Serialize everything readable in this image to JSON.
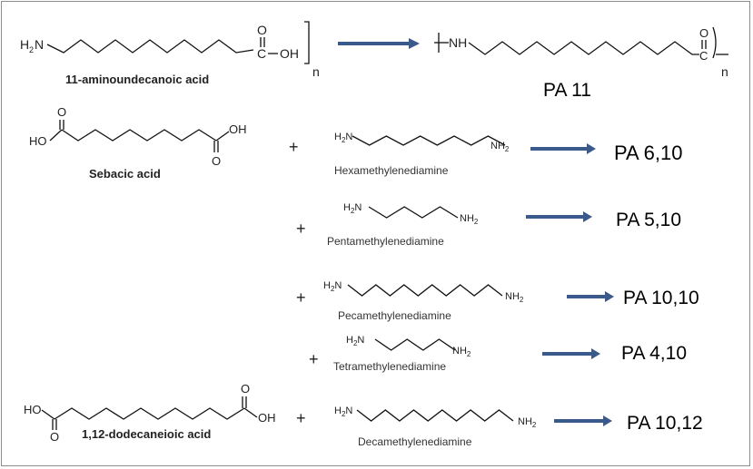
{
  "row1": {
    "amine_group": "H",
    "amine_sub": "2",
    "amine_n": "N",
    "carbonyl_o": "O",
    "c_label": "C",
    "oh_label": "OH",
    "repeat_n": "n",
    "monomer_name": "11-aminoundecanoic acid",
    "polymer_nh": "NH",
    "polymer_c": "C",
    "polymer_o": "O",
    "polymer_n": "n",
    "product": "PA 11"
  },
  "sebacic": {
    "ho": "HO",
    "oh": "OH",
    "o_top": "O",
    "o_bottom": "O",
    "name": "Sebacic acid"
  },
  "dodecane": {
    "ho": "HO",
    "oh": "OH",
    "o_top": "O",
    "o_bottom": "O",
    "name": "1,12-dodecaneioic acid"
  },
  "plus": "+",
  "diamines": [
    {
      "name": "Hexamethylenediamine",
      "left": "H2N",
      "right": "NH2",
      "product": "PA 6,10"
    },
    {
      "name": "Pentamethylenediamine",
      "left": "H2N",
      "right": "NH2",
      "product": "PA 5,10"
    },
    {
      "name": "Pecamethylenediamine",
      "left": "H2N",
      "right": "NH2",
      "product": "PA 10,10"
    },
    {
      "name": "Tetramethylenediamine",
      "left": "H2N",
      "right": "NH2",
      "product": "PA 4,10"
    },
    {
      "name": "Decamethylenediamine",
      "left": "H2N",
      "right": "NH2",
      "product": "PA 10,12"
    }
  ],
  "colors": {
    "arrow": "#3a5a8c",
    "frame": "#8c8c8c"
  }
}
